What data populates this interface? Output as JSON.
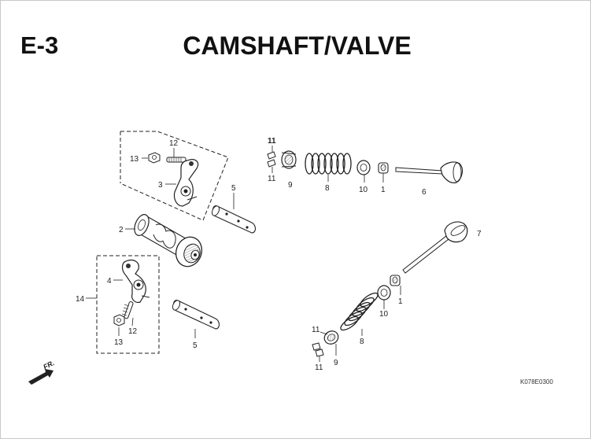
{
  "header": {
    "section_code": "E-3",
    "title": "CAMSHAFT/VALVE"
  },
  "callouts": {
    "c13a": "13",
    "c12a": "12",
    "c3": "3",
    "c5a": "5",
    "c2": "2",
    "c4": "4",
    "c14": "14",
    "c13b": "13",
    "c12b": "12",
    "c5b": "5",
    "c11top": "11",
    "c11a": "11",
    "c9a": "9",
    "c8a": "8",
    "c10a": "10",
    "c1a": "1",
    "c6": "6",
    "c7": "7",
    "c1b": "1",
    "c10b": "10",
    "c8b": "8",
    "c11b": "11",
    "c9b": "9",
    "c11c": "11"
  },
  "direction_indicator": {
    "label": "FR.",
    "icon": "arrow-forward-icon"
  },
  "reference_code": "K078E0300"
}
